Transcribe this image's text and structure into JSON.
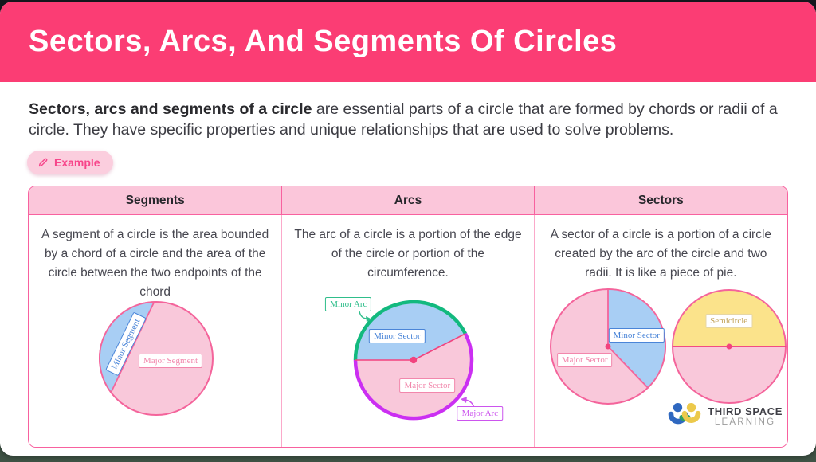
{
  "page": {
    "title": "Sectors, Arcs, And Segments Of Circles",
    "intro_bold": "Sectors, arcs and segments of a circle",
    "intro_rest": " are essential parts of a circle that are formed by chords or radii of a circle. They have specific properties and unique relationships that are used to solve problems.",
    "example_label": "Example"
  },
  "table": {
    "columns": [
      {
        "header": "Segments",
        "description": "A segment of a circle is the area bounded by a chord of a circle and the area of the circle between the two endpoints of the chord"
      },
      {
        "header": "Arcs",
        "description": "The arc of a circle is a portion of the edge of the circle or portion of the circumference."
      },
      {
        "header": "Sectors",
        "description": "A sector of a circle is a portion of a circle created by the arc of the circle and two radii. It is like a piece of pie."
      }
    ]
  },
  "diagrams": {
    "segments": {
      "minor_label": "Minor Segment",
      "major_label": "Major Segment"
    },
    "arcs": {
      "minor_arc_label": "Minor Arc",
      "major_arc_label": "Major Arc",
      "minor_sector_label": "Minor Sector",
      "major_sector_label": "Major Sector"
    },
    "sectors": {
      "minor_sector_label": "Minor Sector",
      "major_sector_label": "Major Sector",
      "semicircle_label": "Semicircle"
    }
  },
  "logo": {
    "line1": "THIRD SPACE",
    "line2": "LEARNING"
  },
  "colors": {
    "header_pink": "#FB3D74",
    "table_border_pink": "#F8619F",
    "header_row_pink": "#FBC6DA",
    "circle_fill_pink": "#F9C8DA",
    "circle_stroke_pink": "#F4649B",
    "segment_blue": "#A8CEF4",
    "minor_arc_green": "#12B97E",
    "major_arc_magenta": "#CB2FF2",
    "radius_pink": "#F2437E",
    "semicircle_yellow": "#FBE38B",
    "example_pill_bg": "#FBCEDE",
    "example_pill_text": "#F7458A"
  }
}
